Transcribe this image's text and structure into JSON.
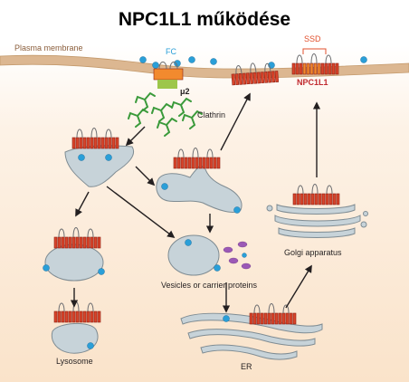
{
  "title": "NPC1L1 működése",
  "labels": {
    "plasma_membrane": "Plasma membrane",
    "fc": "FC",
    "ssd": "SSD",
    "npc1l1": "NPC1L1",
    "mu2": "μ2",
    "clathrin": "Clathrin",
    "vesicles": "Vesicles or carrier proteins",
    "golgi": "Golgi apparatus",
    "er": "ER",
    "lysosome": "Lysosome"
  },
  "colors": {
    "background_gradient_top": "#ffffff",
    "background_gradient_bottom": "#fbe6cf",
    "membrane": "#d9b38c",
    "npc1l1_protein": "#d9452b",
    "ssd_protein": "#f28a2e",
    "cholesterol_dot": "#2a9fd8",
    "clathrin": "#3a9a3a",
    "mu2_adaptor": "#9dc64a",
    "organelle_fill": "#c7d3d9",
    "carrier_protein": "#9b59b6"
  }
}
